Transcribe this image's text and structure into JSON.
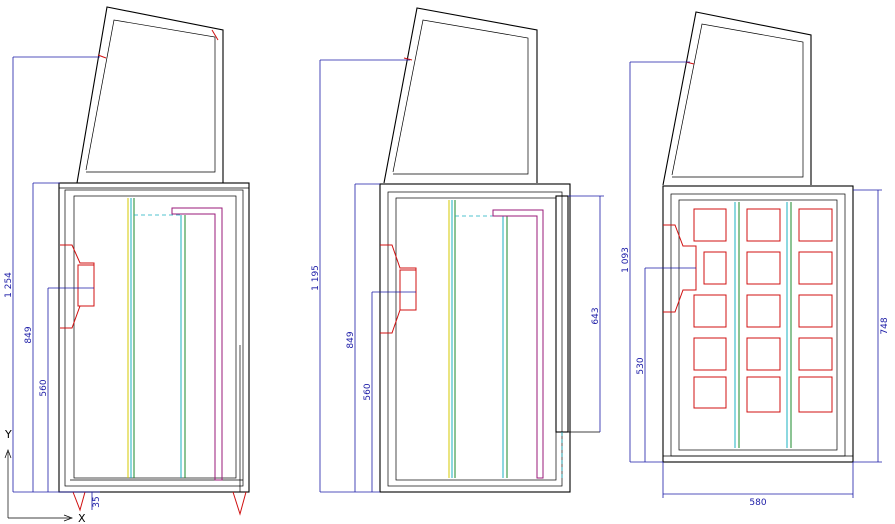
{
  "views": {
    "left": {
      "dim_total": "1 254",
      "dim_body": "849",
      "dim_lower": "560",
      "dim_foot": "35"
    },
    "middle": {
      "dim_total": "1 195",
      "dim_body": "849",
      "dim_lower": "560",
      "dim_side": "643"
    },
    "right": {
      "dim_total": "1 093",
      "dim_lower": "530",
      "dim_side": "748",
      "dim_width": "580"
    }
  },
  "axis_labels": {
    "y": "Y",
    "x": "X"
  },
  "colors": {
    "dimension": "#1a1aa6",
    "panel": "#d01010",
    "cyan": "#1ab0c0",
    "magenta": "#9a1a7a"
  }
}
